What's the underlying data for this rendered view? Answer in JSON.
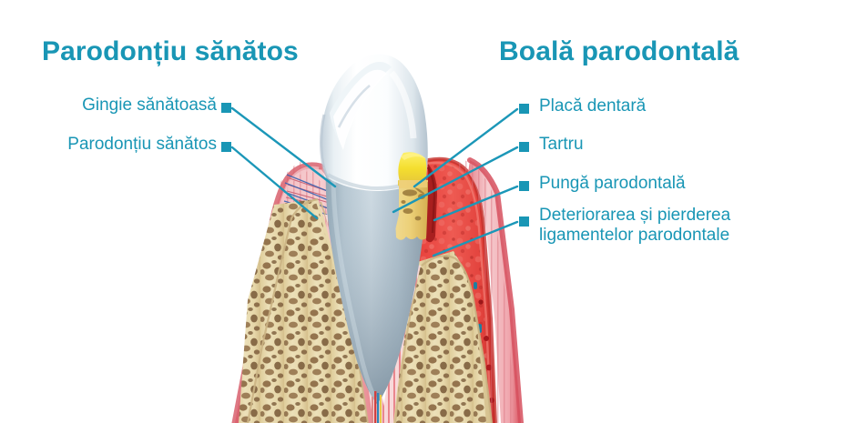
{
  "diagram": {
    "subject": "periodontal-disease-comparison",
    "language": "ro",
    "accent_color": "#1996b5",
    "background_color": "#ffffff"
  },
  "titles": {
    "left": "Parodonțiu sănătos",
    "right": "Boală parodontală"
  },
  "labels": {
    "left": [
      {
        "text": "Gingie sănătoasă"
      },
      {
        "text": "Parodonțiu sănătos"
      }
    ],
    "right": [
      {
        "text": "Placă dentară"
      },
      {
        "text": "Tartru"
      },
      {
        "text": "Pungă parodontală"
      },
      {
        "text": "Deteriorarea și pierderea ligamentelor parodontale"
      }
    ]
  },
  "illustration": {
    "colors": {
      "enamel_light": "#fdfeff",
      "enamel_shadow": "#b9c7d2",
      "dentin_root": "#a9bcc8",
      "root_shadow": "#7d93a3",
      "gingiva_healthy": "#f0b2b7",
      "gingiva_healthy_edge": "#e0747f",
      "gingiva_inflamed": "#e23c38",
      "gingiva_inflamed_dark": "#b02220",
      "bone_base": "#e9daae",
      "bone_pore": "#8a6a45",
      "plaque_yellow": "#f6e23a",
      "calculus_tan": "#e8c96a",
      "calculus_dark": "#9c7a3c",
      "ligament_pink": "#ef9a9c",
      "pocket_dark": "#a81f1f"
    },
    "parts": [
      "crown-enamel",
      "tooth-root",
      "healthy-gingiva",
      "inflamed-gingiva",
      "alveolar-bone-left",
      "alveolar-bone-right",
      "dental-plaque",
      "dental-calculus",
      "periodontal-pocket",
      "periodontal-ligament",
      "pulp-canal"
    ]
  }
}
